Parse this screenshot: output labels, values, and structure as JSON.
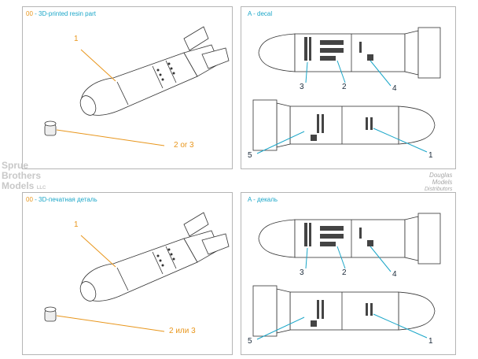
{
  "panels": {
    "en_resin": {
      "number": "00",
      "title": "- 3D-printed resin part",
      "callout_1": "1",
      "callout_2": "2 or 3"
    },
    "en_decal": {
      "title": "A - decal",
      "callouts": [
        "1",
        "2",
        "3",
        "4",
        "5"
      ]
    },
    "ru_resin": {
      "number": "00",
      "title": "- 3D-печатная деталь",
      "callout_1": "1",
      "callout_2": "2 или 3"
    },
    "ru_decal": {
      "title": "A - декаль",
      "callouts": [
        "1",
        "2",
        "3",
        "4",
        "5"
      ]
    }
  },
  "watermarks": {
    "left": [
      "Sprue",
      "Brothers",
      "Models"
    ],
    "left_suffix": "LLC",
    "right": [
      "Douglas",
      "Models",
      "Distributors"
    ]
  },
  "colors": {
    "accent_orange": "#e8961c",
    "accent_cyan": "#1aa6c8",
    "border": "#b5b5b5"
  }
}
